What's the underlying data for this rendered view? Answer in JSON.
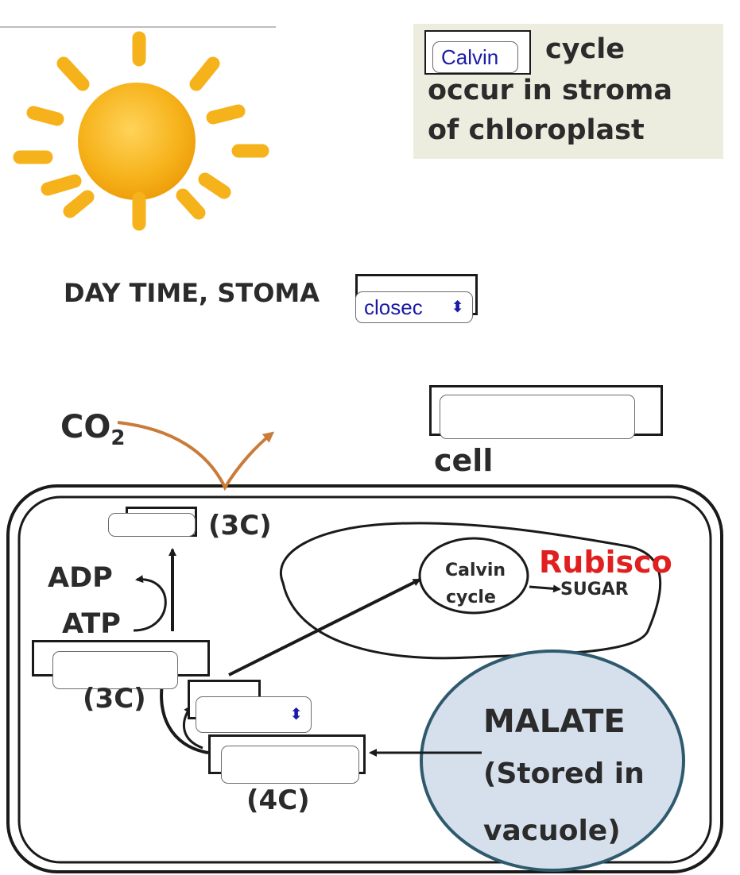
{
  "note": {
    "field_value": "Calvin",
    "line1": "cycle",
    "line2": "occur in stroma",
    "line3": "of chloroplast"
  },
  "stoma": {
    "label": "DAY TIME, STOMA",
    "select_value": "closec"
  },
  "diagram": {
    "co2_main": "CO",
    "co2_sub": "2",
    "cell_label": "cell",
    "label_3c_top": "(3C)",
    "label_adp": "ADP",
    "label_atp": "ATP",
    "label_3c_left": "(3C)",
    "label_4c": "(4C)",
    "calvin_line1": "Calvin",
    "calvin_line2": "cycle",
    "rubisco": "Rubisco",
    "sugar": "SUGAR",
    "malate_line1": "MALATE",
    "malate_line2": "(Stored in",
    "malate_line3": "vacuole)"
  },
  "colors": {
    "sun": "#f6b21a",
    "co2_arrow": "#c97c3a",
    "rubisco": "#e02020",
    "vacuole_fill": "#d6e0ec",
    "vacuole_stroke": "#2f5a6e",
    "field_text": "#1a1aa6"
  }
}
